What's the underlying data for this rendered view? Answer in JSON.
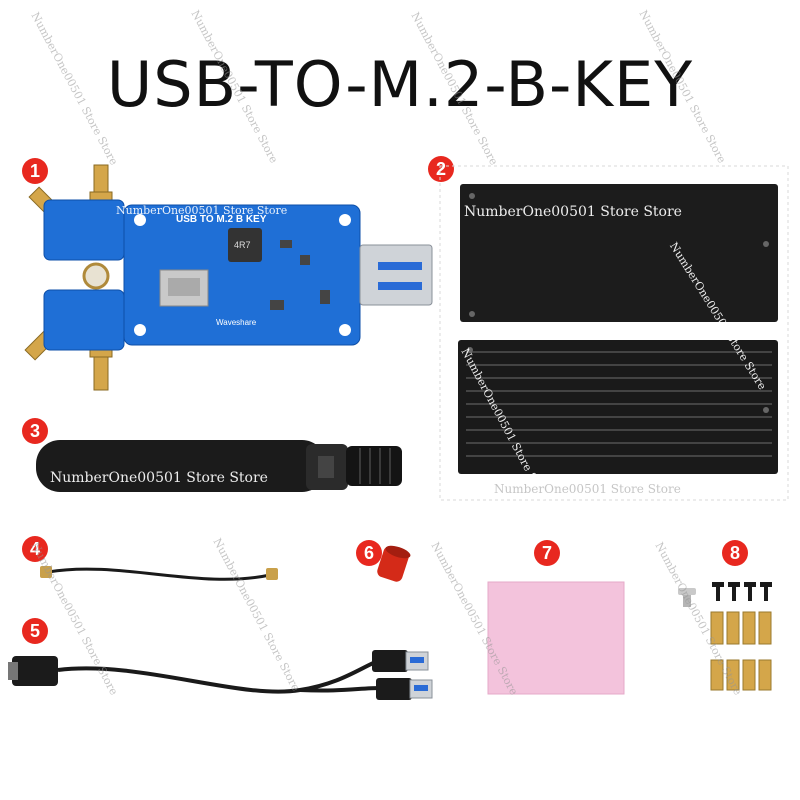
{
  "title": "USB-TO-M.2-B-KEY",
  "badges": [
    "1",
    "2",
    "3",
    "4",
    "5",
    "6",
    "7",
    "8"
  ],
  "board_label": "USB TO M.2 B KEY",
  "board_brand": "Waveshare",
  "chip_label": "4R7",
  "watermark": "NumberOne00501 Store Store",
  "colors": {
    "badge": "#e8281f",
    "pcb": "#1f6fd6",
    "heatsink": "#1c1c1c",
    "thermal_pad": "#f3c3dc",
    "cap": "#d42a18",
    "brass": "#d4a64a"
  }
}
